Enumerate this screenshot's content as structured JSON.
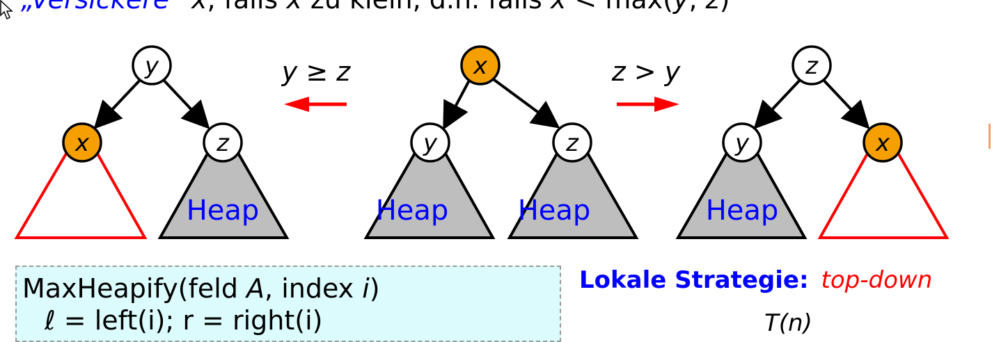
{
  "headline": {
    "quote_open": "„",
    "verb": "Versickere",
    "quote_close": "“",
    "var": "x",
    "rest": ", falls ",
    "var2": "x",
    "rest2": " zu klein,  d.h. falls ",
    "var3": "x",
    "cmp": " < max(",
    "var4": "y",
    "comma": ", ",
    "var5": "z",
    "close": ")"
  },
  "diagram": {
    "left_arrow_label": "y ≥ z",
    "right_arrow_label": "z > y",
    "heap_label": "Heap",
    "node_x": "x",
    "node_y": "y",
    "node_z": "z"
  },
  "colors": {
    "accent_blue": "#0000ff",
    "red": "#ff0000",
    "orange_node": "#f5a000",
    "heap_gray": "#bebebe",
    "box_bg": "#dcfbfd"
  },
  "algorithm": {
    "line1": {
      "pre": "MaxHeapify(feld ",
      "A": "A",
      "mid": ", index ",
      "i": "i",
      "post": ")"
    },
    "line2": "ℓ = left(i); r = right(i)"
  },
  "strategy": {
    "label": "Lokale Strategie:",
    "value": "top-down"
  },
  "bottom_fragment": "T(n)"
}
